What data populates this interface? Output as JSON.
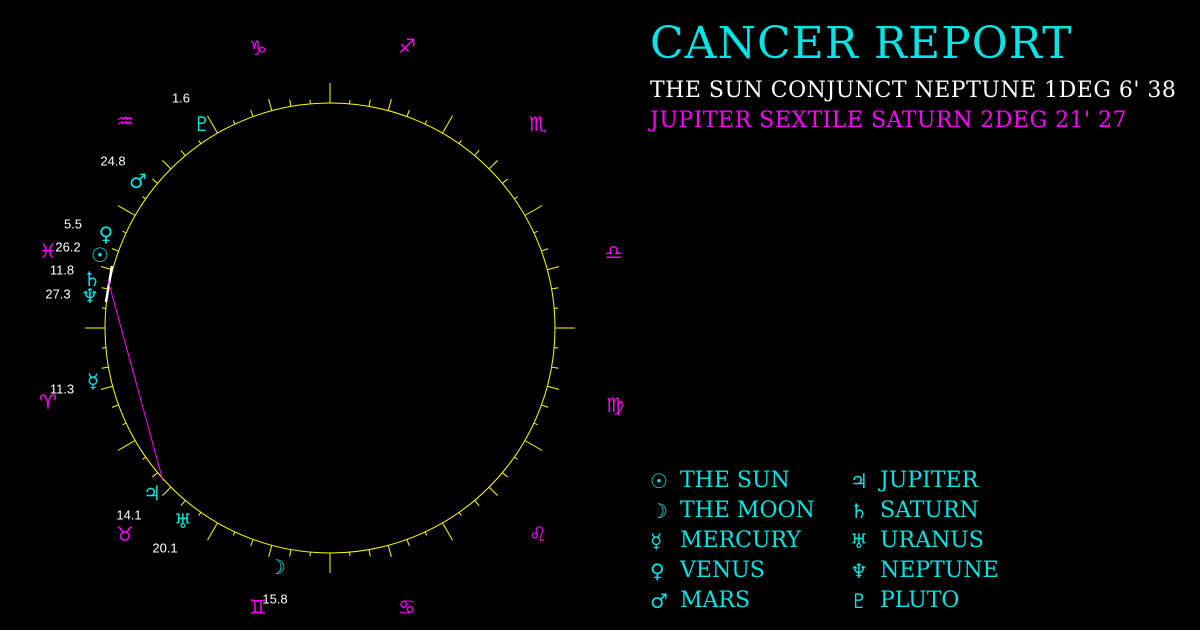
{
  "report": {
    "title": "CANCER REPORT",
    "aspects": [
      {
        "text": "THE SUN CONJUNCT NEPTUNE 1DEG 6' 38",
        "color": "#ffffff"
      },
      {
        "text": "JUPITER SEXTILE SATURN 2DEG 21' 27",
        "color": "#ff00ff"
      }
    ]
  },
  "colors": {
    "background": "#000000",
    "ring": "#ffff00",
    "planet": "#00e5e5",
    "sign": "#ff00ff",
    "degree_label": "#ffffff",
    "aspect_conjunction": "#ffffff",
    "aspect_sextile": "#ff00ff"
  },
  "signs": [
    {
      "name": "capricorn",
      "glyph": "♑"
    },
    {
      "name": "sagittarius",
      "glyph": "♐"
    },
    {
      "name": "scorpio",
      "glyph": "♏"
    },
    {
      "name": "libra",
      "glyph": "♎"
    },
    {
      "name": "virgo",
      "glyph": "♍"
    },
    {
      "name": "leo",
      "glyph": "♌"
    },
    {
      "name": "cancer",
      "glyph": "♋"
    },
    {
      "name": "gemini",
      "glyph": "♊"
    },
    {
      "name": "taurus",
      "glyph": "♉"
    },
    {
      "name": "aries",
      "glyph": "♈"
    },
    {
      "name": "pisces",
      "glyph": "♓"
    },
    {
      "name": "aquarius",
      "glyph": "♒"
    }
  ],
  "planets": [
    {
      "name": "pluto",
      "glyph": "♇",
      "degree": "1.6",
      "sign": "capricorn"
    },
    {
      "name": "mars",
      "glyph": "♂",
      "degree": "24.8",
      "sign": "aquarius"
    },
    {
      "name": "venus",
      "glyph": "♀",
      "degree": "5.5",
      "sign": "pisces"
    },
    {
      "name": "sun",
      "glyph": "☉",
      "degree": "26.2",
      "sign": "pisces"
    },
    {
      "name": "saturn",
      "glyph": "♄",
      "degree": "11.8",
      "sign": "pisces"
    },
    {
      "name": "neptune",
      "glyph": "♆",
      "degree": "27.3",
      "sign": "pisces"
    },
    {
      "name": "mercury",
      "glyph": "☿",
      "degree": "11.3",
      "sign": "aries"
    },
    {
      "name": "jupiter",
      "glyph": "♃",
      "degree": "14.1",
      "sign": "taurus"
    },
    {
      "name": "uranus",
      "glyph": "♅",
      "degree": "20.1",
      "sign": "taurus"
    },
    {
      "name": "moon",
      "glyph": "☽",
      "degree": "15.8",
      "sign": "gemini"
    }
  ],
  "legend": {
    "left": [
      {
        "glyph": "☉",
        "label": "THE SUN"
      },
      {
        "glyph": "☽",
        "label": "THE MOON"
      },
      {
        "glyph": "☿",
        "label": "MERCURY"
      },
      {
        "glyph": "♀",
        "label": "VENUS"
      },
      {
        "glyph": "♂",
        "label": "MARS"
      }
    ],
    "right": [
      {
        "glyph": "♃",
        "label": "JUPITER"
      },
      {
        "glyph": "♄",
        "label": "SATURN"
      },
      {
        "glyph": "♅",
        "label": "URANUS"
      },
      {
        "glyph": "♆",
        "label": "NEPTUNE"
      },
      {
        "glyph": "♇",
        "label": "PLUTO"
      }
    ]
  }
}
